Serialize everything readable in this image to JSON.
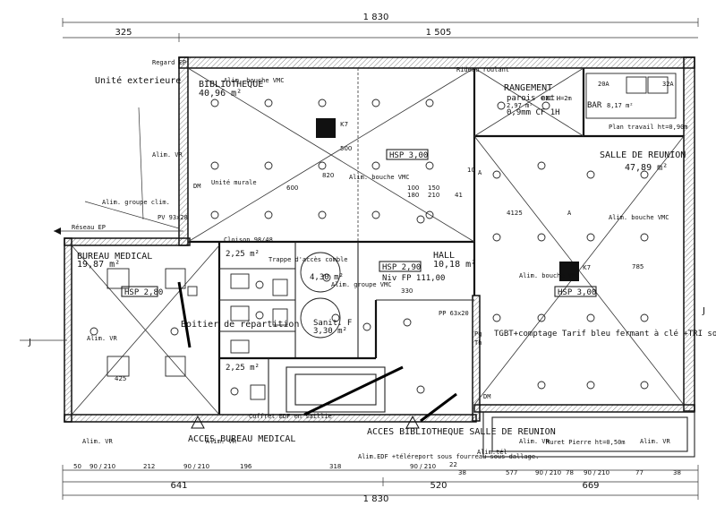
{
  "dimensions": {
    "top_total": "1 830",
    "top_left": "325",
    "top_right": "1 505",
    "bottom_total": "1 830",
    "bottom_left": "641",
    "bottom_right": "669",
    "bottom_middle": "520",
    "bottom_segments": [
      "50",
      "90 / 210",
      "212",
      "90 / 210",
      "196",
      "318",
      "90 / 210",
      "22",
      "38",
      "577",
      "90 / 210",
      "78",
      "90 / 210",
      "77",
      "38"
    ]
  },
  "rooms": {
    "bibliotheque": {
      "name": "BIBLIOTHEQUE",
      "area": "40,96 m²"
    },
    "rangement": {
      "name": "RANGEMENT",
      "note1": "parois ext.",
      "note2": "0,9mm CF 1H",
      "area": "2,97 m²"
    },
    "bar": {
      "name": "BAR",
      "area": "8,17 m²"
    },
    "salle_reunion": {
      "name": "SALLE DE REUNION",
      "area": "47,89 m²"
    },
    "bureau_medical": {
      "name": "BUREAU MEDICAL",
      "area": "19,87 m²"
    },
    "hall": {
      "name": "HALL",
      "area": "10,18 m²"
    },
    "wc1": {
      "area": "2,25 m²"
    },
    "wc2": {
      "area": "2,25 m²"
    },
    "wc_pmr": {
      "area": "4,30 m²"
    },
    "sanit_f": {
      "name": "Sanit. F",
      "area": "3,30 m²"
    }
  },
  "hsp": {
    "bibliotheque": "HSP 3,00",
    "bureau": "HSP 2,80",
    "hall": "HSP 2,90",
    "reunion": "HSP 3,00",
    "niv": "Niv FP 111,00"
  },
  "equipment": {
    "alim_vmc": "Alim. bouche VMC",
    "alim_vr": "Alim. VR",
    "alim_groupe_vmc": "Alim. groupe VMC",
    "alim_groupe_clim": "Alim. groupe clim.",
    "unite_ext": "Unité exterieure",
    "unite_murale": "Unité murale",
    "boitier": "Boitier de répartition",
    "coffret": "Coffret EDF en saillie",
    "tgbt": "TGBT+comptage Tarif bleu fermant à clé +TRI sous TGBT",
    "alim_edf": "Alim.EDF +téléreport sous fourreau sous dallage.",
    "alim_tel": "Alim.tél",
    "bec": "BEC H=2m",
    "plan_travail": "Plan travail ht=0,90m",
    "muret": "Muret Pierre ht=0,50m",
    "trappe": "Trappe d'accès comble",
    "regard_ep": "Regard EP",
    "reseau_ep": "Réseau EP",
    "pv": "PV 93x28",
    "dm": "DM",
    "k7": "K7",
    "a": "A",
    "pp": "PP 63x20",
    "th": "Th",
    "pg": "Pg",
    "rideau": "Rideau roulant",
    "cloison": "Cloison 98/48",
    "breaker_1": "20A",
    "breaker_2": "32A"
  },
  "access": {
    "bureau": "ACCES BUREAU MEDICAL",
    "biblio": "ACCES BIBLIOTHEQUE SALLE DE REUNION"
  },
  "internal_dims": [
    "500",
    "600",
    "820",
    "100",
    "150",
    "180",
    "210",
    "330",
    "425",
    "785",
    "4125",
    "10",
    "41"
  ],
  "section_marker": "J"
}
